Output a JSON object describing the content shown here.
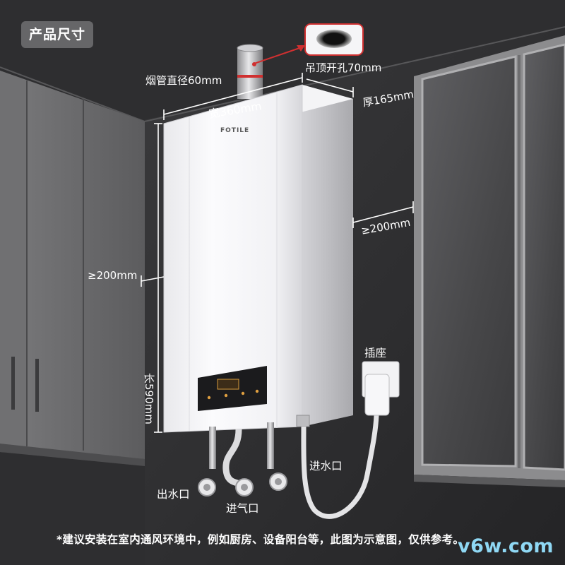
{
  "header": {
    "title": "产品尺寸"
  },
  "product": {
    "brand": "FOTILE"
  },
  "dimensions": {
    "chimney": "烟管直径60mm",
    "ceiling_hole": "吊顶开孔70mm",
    "width": "宽360mm",
    "thickness": "厚165mm",
    "clearance_right": "≥200mm",
    "clearance_left": "≥200mm",
    "length": "长590mm"
  },
  "connections": {
    "socket": "插座",
    "water_out": "出水口",
    "gas_in": "进气口",
    "water_in": "进水口"
  },
  "footer": {
    "note": "*建议安装在室内通风环境中，例如厨房、设备阳台等，此图为示意图，仅供参考。",
    "watermark": "v6w.com"
  }
}
